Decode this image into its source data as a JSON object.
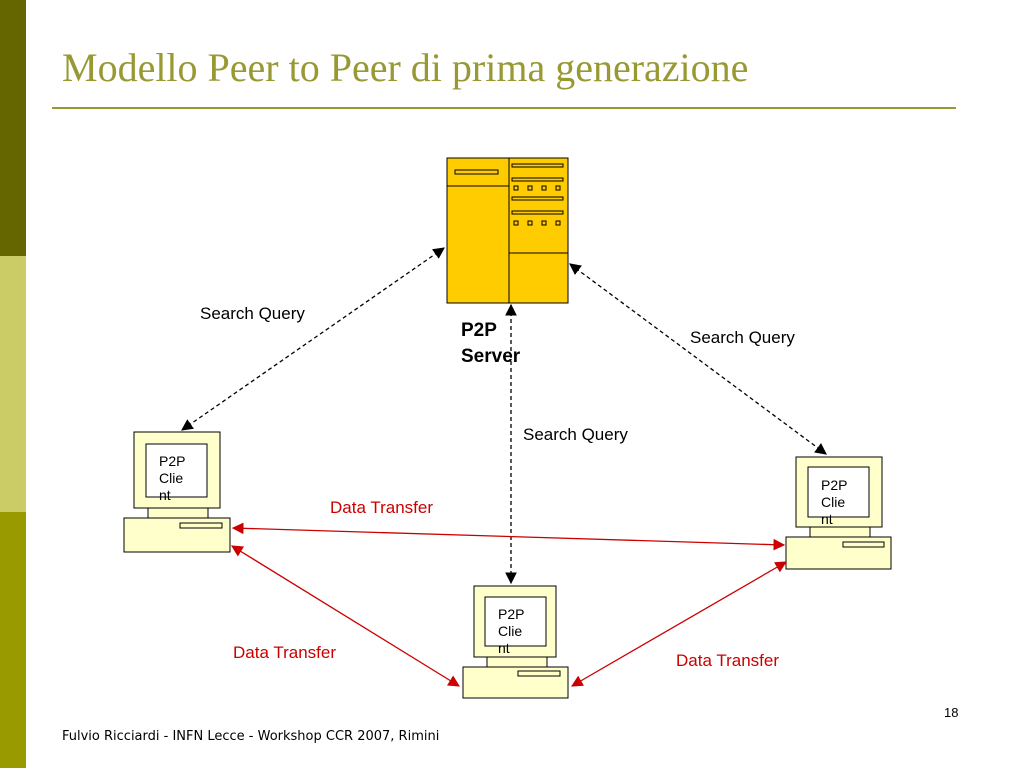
{
  "slide": {
    "title": "Modello Peer to Peer di prima generazione",
    "footer": "Fulvio Ricciardi - INFN Lecce - Workshop CCR 2007, Rimini",
    "page_number": "18"
  },
  "diagram": {
    "server": {
      "line1": "P2P",
      "line2": "Server"
    },
    "clients": [
      {
        "l1": "P2P",
        "l2": "Clie",
        "l3": "nt"
      },
      {
        "l1": "P2P",
        "l2": "Clie",
        "l3": "nt"
      },
      {
        "l1": "P2P",
        "l2": "Clie",
        "l3": "nt"
      }
    ],
    "labels": {
      "search_query_left": "Search Query",
      "search_query_right": "Search Query",
      "search_query_center": "Search Query",
      "data_transfer_top": "Data Transfer",
      "data_transfer_left": "Data Transfer",
      "data_transfer_right": "Data Transfer"
    },
    "colors": {
      "theme": "#999933",
      "server_fill": "#ffcc00",
      "client_fill": "#ffffcc",
      "data_transfer": "#cc0000"
    }
  }
}
